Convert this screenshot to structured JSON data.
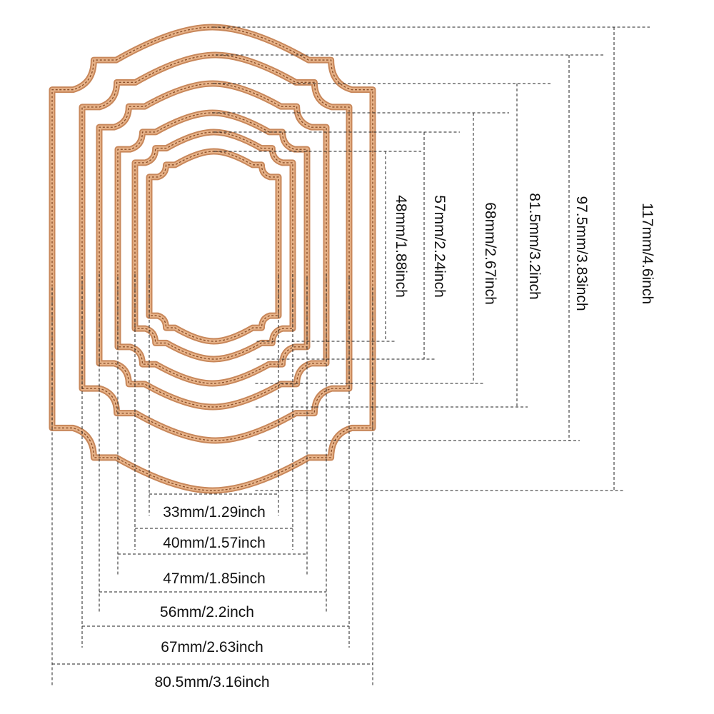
{
  "width_dimensions": [
    "33mm/1.29inch",
    "40mm/1.57inch",
    "47mm/1.85inch",
    "56mm/2.2inch",
    "67mm/2.63inch",
    "80.5mm/3.16inch"
  ],
  "height_dimensions": [
    "48mm/1.88inch",
    "57mm/2.24inch",
    "68mm/2.67inch",
    "81.5mm/3.2inch",
    "97.5mm/3.83inch",
    "117mm/4.6inch"
  ],
  "colors": {
    "die": "#c8875a",
    "die_light": "#e8b48a",
    "stitch": "#8a4f2a",
    "dims": "#222222"
  }
}
